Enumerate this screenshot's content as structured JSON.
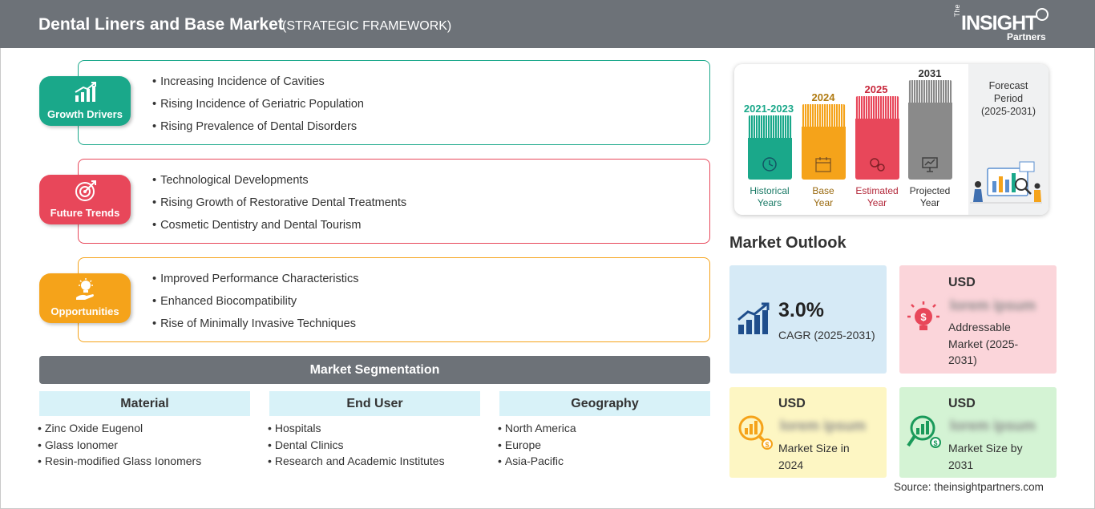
{
  "header": {
    "title": "Dental Liners and Base Market",
    "subtitle": "(STRATEGIC FRAMEWORK)",
    "logo": {
      "the": "The",
      "insight": "INSIGHT",
      "partners": "Partners"
    }
  },
  "strategy": [
    {
      "label": "Growth Drivers",
      "color": "#1aa88a",
      "icon": "chart-up-icon",
      "items": [
        "Increasing Incidence of Cavities",
        "Rising Incidence of Geriatric Population",
        "Rising Prevalence of Dental Disorders"
      ]
    },
    {
      "label": "Future Trends",
      "color": "#e8475a",
      "icon": "target-icon",
      "items": [
        "Technological Developments",
        "Rising Growth of Restorative Dental Treatments",
        "Cosmetic Dentistry and Dental Tourism"
      ]
    },
    {
      "label": "Opportunities",
      "color": "#f5a31a",
      "icon": "lightbulb-hand-icon",
      "items": [
        "Improved Performance Characteristics",
        "Enhanced Biocompatibility",
        "Rise of Minimally Invasive Techniques"
      ]
    }
  ],
  "segmentation": {
    "title": "Market Segmentation",
    "columns": [
      {
        "heading": "Material",
        "items": [
          "Zinc Oxide Eugenol",
          "Glass Ionomer",
          "Resin-modified Glass Ionomers"
        ]
      },
      {
        "heading": "End User",
        "items": [
          "Hospitals",
          "Dental Clinics",
          "Research and Academic Institutes"
        ]
      },
      {
        "heading": "Geography",
        "items": [
          "North America",
          "Europe",
          "Asia-Pacific"
        ]
      }
    ]
  },
  "timeline": {
    "bars": [
      {
        "year": "2021-2023",
        "label_line1": "Historical",
        "label_line2": "Years",
        "color": "#1aa88a",
        "icon": "history-icon"
      },
      {
        "year": "2024",
        "label_line1": "Base",
        "label_line2": "Year",
        "color": "#f5a31a",
        "icon": "calendar-icon"
      },
      {
        "year": "2025",
        "label_line1": "Estimated",
        "label_line2": "Year",
        "color": "#e8475a",
        "icon": "gears-icon"
      },
      {
        "year": "2031",
        "label_line1": "Projected",
        "label_line2": "Year",
        "color": "#8a8a8a",
        "icon": "presentation-icon"
      }
    ],
    "forecast_line1": "Forecast",
    "forecast_line2": "Period",
    "forecast_line3": "(2025-2031)",
    "year_colors": [
      "#1aa88a",
      "#b07a10",
      "#c8283c",
      "#333333"
    ]
  },
  "outlook": {
    "title": "Market Outlook",
    "cagr": {
      "value": "3.0%",
      "label": "CAGR (2025-2031)",
      "bg": "#d6eaf6"
    },
    "addressable": {
      "currency": "USD",
      "value": "lorem ipsum",
      "line1": "Addressable",
      "line2": "Market (2025-",
      "line3": "2031)",
      "bg": "#fbd5da"
    },
    "size_2024": {
      "currency": "USD",
      "value": "lorem ipsum",
      "line1": "Market Size in",
      "line2": "2024",
      "bg": "#fdf6c3"
    },
    "size_2031": {
      "currency": "USD",
      "value": "lorem ipsum",
      "line1": "Market Size by",
      "line2": "2031",
      "bg": "#d4f3d4"
    }
  },
  "source": "Source: theinsightpartners.com"
}
